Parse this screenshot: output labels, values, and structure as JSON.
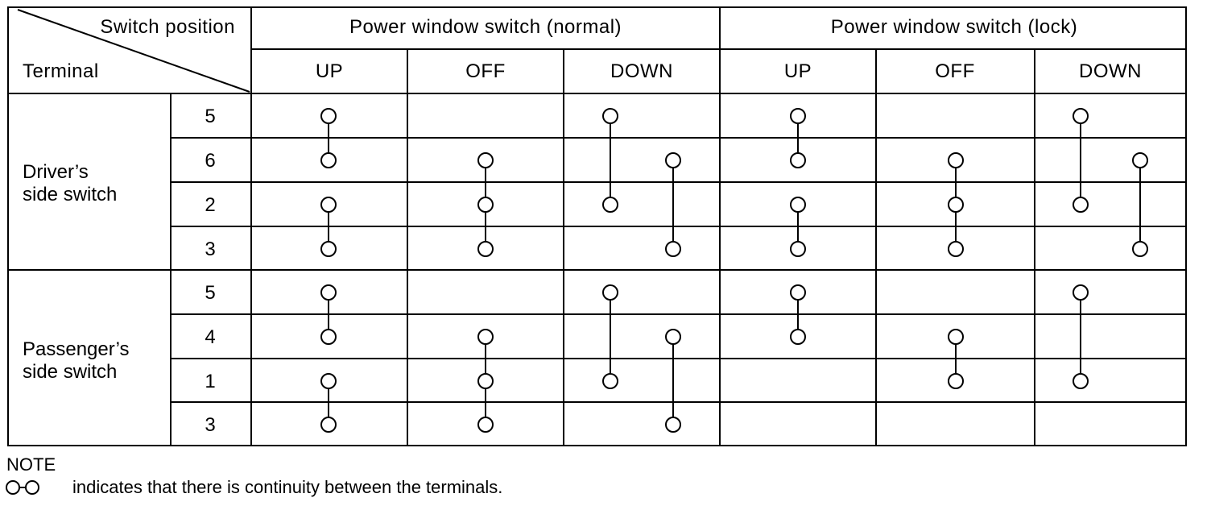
{
  "header": {
    "corner_top": "Switch position",
    "corner_bottom": "Terminal",
    "groups": [
      "Power window switch (normal)",
      "Power window switch (lock)"
    ],
    "positions": [
      "UP",
      "OFF",
      "DOWN",
      "UP",
      "OFF",
      "DOWN"
    ]
  },
  "sections": [
    {
      "label_lines": [
        "Driver’s",
        "side switch"
      ],
      "terminals": [
        "5",
        "6",
        "2",
        "3"
      ]
    },
    {
      "label_lines": [
        "Passenger’s",
        "side switch"
      ],
      "terminals": [
        "5",
        "4",
        "1",
        "3"
      ]
    }
  ],
  "continuity": {
    "driver": {
      "normal_up": [
        [
          "5",
          "6"
        ],
        [
          "2",
          "3"
        ]
      ],
      "normal_off": [
        [
          "6",
          "2",
          "3"
        ]
      ],
      "normal_down": [
        [
          "5",
          "2"
        ],
        [
          "6",
          "3"
        ]
      ],
      "lock_up": [
        [
          "5",
          "6"
        ],
        [
          "2",
          "3"
        ]
      ],
      "lock_off": [
        [
          "6",
          "2",
          "3"
        ]
      ],
      "lock_down": [
        [
          "5",
          "2"
        ],
        [
          "6",
          "3"
        ]
      ]
    },
    "passenger": {
      "normal_up": [
        [
          "5",
          "4"
        ],
        [
          "1",
          "3"
        ]
      ],
      "normal_off": [
        [
          "4",
          "1",
          "3"
        ]
      ],
      "normal_down": [
        [
          "5",
          "1"
        ],
        [
          "4",
          "3"
        ]
      ],
      "lock_up": [
        [
          "5",
          "4"
        ]
      ],
      "lock_off": [
        [
          "4",
          "1"
        ]
      ],
      "lock_down": [
        [
          "5",
          "1"
        ]
      ]
    }
  },
  "note": {
    "title": "NOTE",
    "text": "indicates that there is continuity between the terminals."
  }
}
